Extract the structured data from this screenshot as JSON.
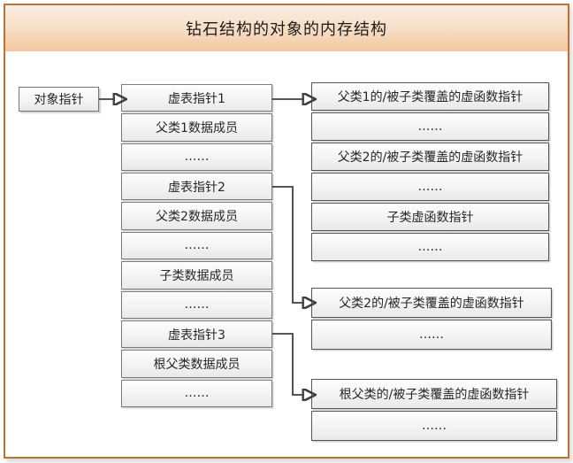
{
  "title": "钻石结构的对象的内存结构",
  "colors": {
    "frame_border": "#c2702e",
    "title_gradient_top": "#faeee2",
    "title_gradient_bottom": "#f3c79c",
    "shape_border": "#757575",
    "arrow": "#3f3f3f"
  },
  "object_pointer": {
    "label": "对象指针"
  },
  "memory_layout": {
    "rows": [
      "虚表指针1",
      "父类1数据成员",
      "……",
      "虚表指针2",
      "父类2数据成员",
      "……",
      "子类数据成员",
      "……",
      "虚表指针3",
      "根父类数据成员",
      "……"
    ]
  },
  "vtable1": {
    "rows": [
      "父类1的/被子类覆盖的虚函数指针",
      "……",
      "父类2的/被子类覆盖的虚函数指针",
      "……",
      "子类虚函数指针",
      "……"
    ]
  },
  "vtable2": {
    "rows": [
      "父类2的/被子类覆盖的虚函数指针",
      "……"
    ]
  },
  "vtable3": {
    "rows": [
      "根父类的/被子类覆盖的虚函数指针",
      "……"
    ]
  }
}
